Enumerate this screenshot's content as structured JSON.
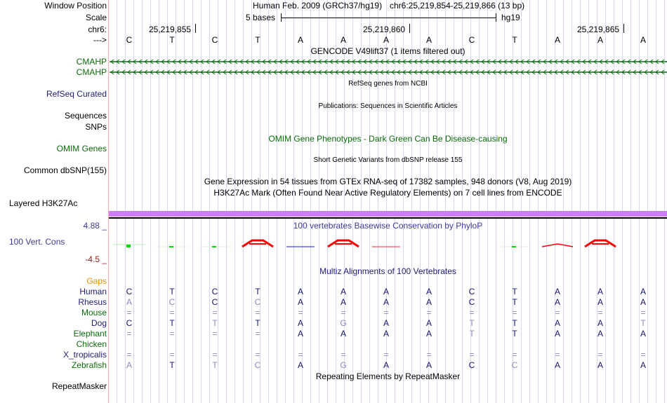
{
  "labels": {
    "window_position": "Window Position",
    "scale": "Scale",
    "chrom": "chr6:",
    "strand": "--->",
    "cmahp1": "CMAHP",
    "cmahp2": "CMAHP",
    "refseq": "RefSeq Curated",
    "sequences": "Sequences",
    "snps": "SNPs",
    "omim": "OMIM Genes",
    "dbsnp": "Common dbSNP(155)",
    "h3k27ac": "Layered H3K27Ac",
    "cons_max": "4.88 _",
    "cons_label": "100 Vert. Cons",
    "cons_min": "-4.5 _",
    "gaps": "Gaps",
    "repeatmasker": "RepeatMasker"
  },
  "header": {
    "assembly": "Human Feb. 2009 (GRCh37/hg19)",
    "position": "chr6:25,219,854-25,219,866 (13 bp)",
    "scale_text": "5 bases",
    "scale_db": "hg19",
    "ticks": [
      "25,219,855",
      "25,219,860",
      "25,219,865"
    ]
  },
  "sequence": [
    "C",
    "T",
    "C",
    "T",
    "A",
    "A",
    "A",
    "A",
    "C",
    "T",
    "A",
    "A",
    "A"
  ],
  "tracks": {
    "gencode": "GENCODE V49lift37 (1 items filtered out)",
    "refseq_center": "RefSeq genes from NCBI",
    "publications": "Publications: Sequences in Scientific Articles",
    "omim_center": "OMIM Gene Phenotypes - Dark Green Can Be Disease-causing",
    "dbsnp_center": "Short Genetic Variants from dbSNP release 155",
    "gtex": "Gene Expression in 54 tissues from GTEx RNA-seq of 17382 samples, 948 donors (V8, Aug 2019)",
    "h3k27ac_center": "H3K27Ac Mark (Often Found Near Active Regulatory Elements) on 7 cell lines from ENCODE",
    "phylop": "100 vertebrates Basewise Conservation by PhyloP",
    "multiz": "Multiz Alignments of 100 Vertebrates",
    "repeats": "Repeating Elements by RepeatMasker"
  },
  "phylop_marks": [
    "green",
    "green-small",
    "green-small",
    "red-peak",
    "blue-flat",
    "red-peak",
    "red-flat",
    "none",
    "none",
    "green-small",
    "red-small",
    "red-peak",
    "none"
  ],
  "alignment": [
    {
      "species": "Human",
      "color": "#1c1c78",
      "seq": "CTCTAAAACTAAA"
    },
    {
      "species": "Rhesus",
      "color": "#1c1c78",
      "seq": "acCcAAAACTAAA"
    },
    {
      "species": "Mouse",
      "color": "#0b6b0b",
      "seq": "============="
    },
    {
      "species": "Dog",
      "color": "#1c1c78",
      "seq": "CTtTAgAAtTAAt"
    },
    {
      "species": "Elephant",
      "color": "#0b6b0b",
      "seq": "====AAAAtTAAA"
    },
    {
      "species": "Chicken",
      "color": "#0b6b0b",
      "seq": ""
    },
    {
      "species": "X_tropicalis",
      "color": "#1c1c78",
      "seq": "============="
    },
    {
      "species": "Zebrafish",
      "color": "#0b6b0b",
      "seq": "aTtcAgAACcAAA"
    }
  ],
  "colors": {
    "gaps": "#e08e0b",
    "purple": "#d07cf6",
    "gene": "#0b6b0b"
  }
}
